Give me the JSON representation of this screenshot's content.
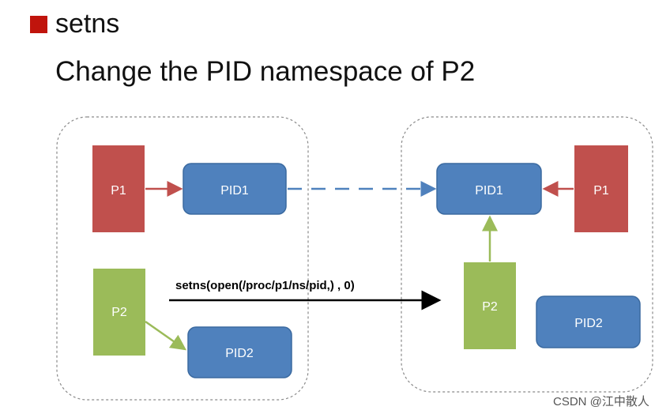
{
  "header": {
    "bullet_title": "setns",
    "subtitle": "Change the PID namespace of P2"
  },
  "diagram": {
    "left_namespace": {
      "p1": "P1",
      "pid1": "PID1",
      "p2": "P2",
      "pid2": "PID2"
    },
    "right_namespace": {
      "p1": "P1",
      "pid1": "PID1",
      "p2": "P2",
      "pid2": "PID2"
    },
    "call_label": "setns(open(/proc/p1/ns/pid,) , 0)"
  },
  "colors": {
    "red_box": "#c0504d",
    "blue_box": "#4f81bd",
    "green_box": "#9bbb59",
    "bullet": "#c0140c"
  },
  "watermark": "CSDN @江中散人"
}
